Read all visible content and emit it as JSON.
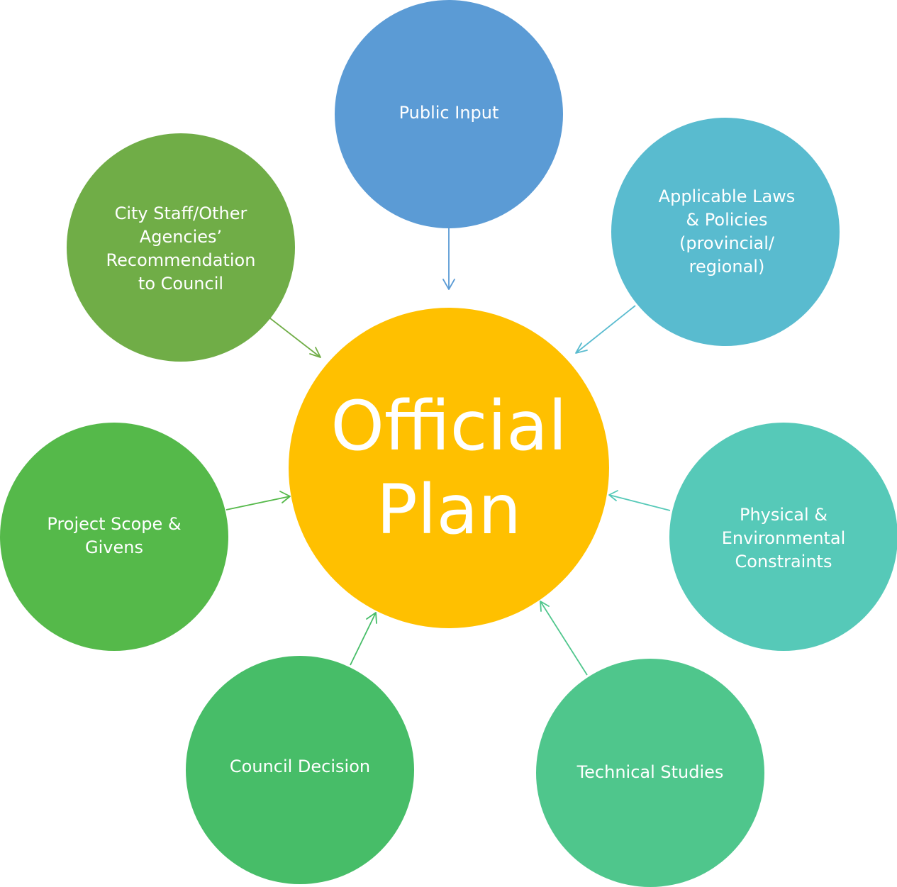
{
  "center": {
    "label": "Official\nPlan",
    "color": "#FFC000"
  },
  "inputs": [
    {
      "id": "public",
      "label": "Public Input",
      "color": "#5B9BD5",
      "arrow_color": "#5B9BD5"
    },
    {
      "id": "laws",
      "label": "Applicable Laws\n& Policies\n(provincial/\nregional)",
      "color": "#59BBCF",
      "arrow_color": "#59BBCF"
    },
    {
      "id": "phys",
      "label": "Physical &\nEnvironmental\nConstraints",
      "color": "#56C9B8",
      "arrow_color": "#56C9B8"
    },
    {
      "id": "tech",
      "label": "Technical Studies",
      "color": "#4FC68C",
      "arrow_color": "#4FC68C"
    },
    {
      "id": "council",
      "label": "Council Decision",
      "color": "#47BD68",
      "arrow_color": "#47BD68"
    },
    {
      "id": "scope",
      "label": "Project Scope &\nGivens",
      "color": "#55B94A",
      "arrow_color": "#55B94A"
    },
    {
      "id": "staff",
      "label": "City Staff/Other\nAgencies’\nRecommendation\nto Council",
      "color": "#70AD47",
      "arrow_color": "#70AD47"
    }
  ]
}
